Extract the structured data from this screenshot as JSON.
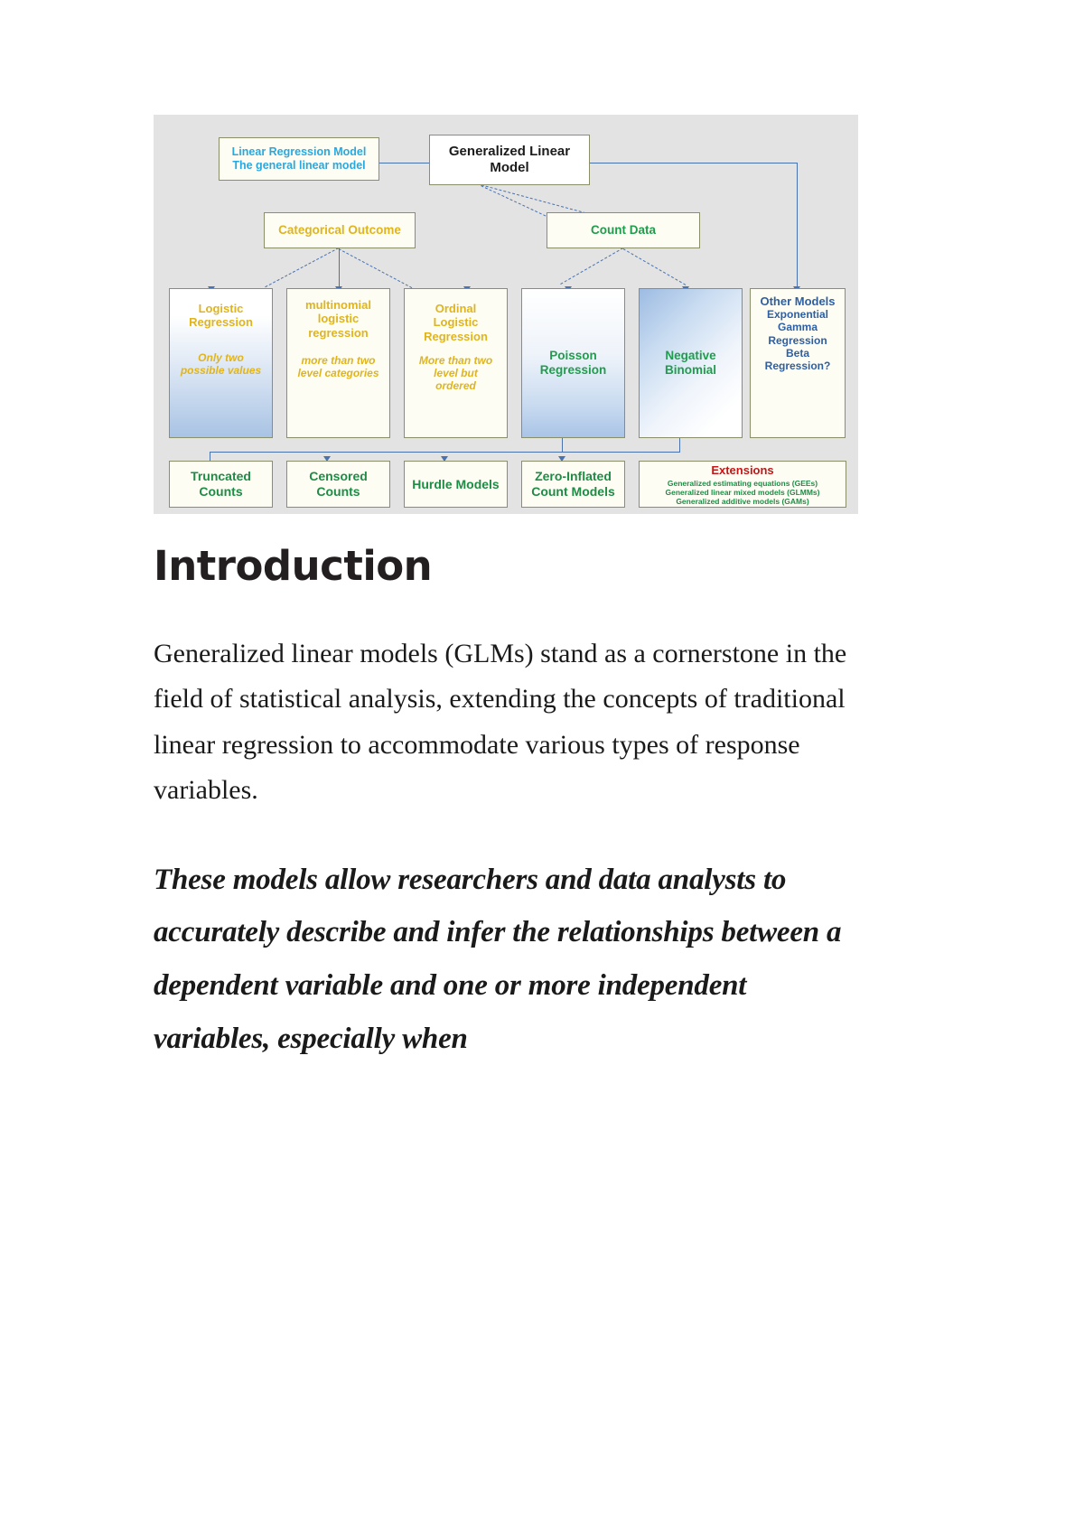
{
  "diagram": {
    "root": {
      "label": "Generalized Linear\nModel"
    },
    "linear": {
      "line1": "Linear Regression Model",
      "line2": "The general linear model"
    },
    "branches": [
      {
        "label": "Categorical Outcome"
      },
      {
        "label": "Count Data"
      }
    ],
    "models": [
      {
        "title": "Logistic\nRegression",
        "sub": "Only two\npossible values"
      },
      {
        "title": "multinomial\nlogistic\nregression",
        "sub": "more than two\nlevel categories"
      },
      {
        "title": "Ordinal\nLogistic\nRegression",
        "sub": "More than two\nlevel but\nordered"
      },
      {
        "title": "Poisson\nRegression",
        "sub": ""
      },
      {
        "title": "Negative\nBinomial",
        "sub": ""
      }
    ],
    "other_models": {
      "title": "Other Models",
      "lines": [
        "Exponential",
        "Gamma",
        "Regression",
        "Beta",
        "Regression?"
      ]
    },
    "bottom": [
      {
        "label": "Truncated\nCounts"
      },
      {
        "label": "Censored\nCounts"
      },
      {
        "label": "Hurdle Models"
      },
      {
        "label": "Zero-Inflated\nCount Models"
      }
    ],
    "extensions": {
      "title": "Extensions",
      "items": [
        "Generalized estimating equations (GEEs)",
        "Generalized linear mixed models (GLMMs)",
        "Generalized additive models (GAMs)"
      ]
    },
    "colors": {
      "canvas": "#e3e3e3",
      "box_border": "#8a8f6a",
      "connector": "#4a72ad",
      "gold": "#e0b41e",
      "green": "#1f9d4d",
      "blue": "#2e5fa3",
      "cyan": "#29a8df",
      "red": "#c01818"
    }
  },
  "article": {
    "heading": "Introduction",
    "paragraph": "Generalized linear models (GLMs) stand as a cornerstone in the field of statistical analysis, extending the concepts of traditional linear regression to accommodate various types of response variables.",
    "quote": "These models allow researchers and data analysts to accurately describe and infer the relationships between a dependent variable and one or more independent variables, especially when"
  }
}
